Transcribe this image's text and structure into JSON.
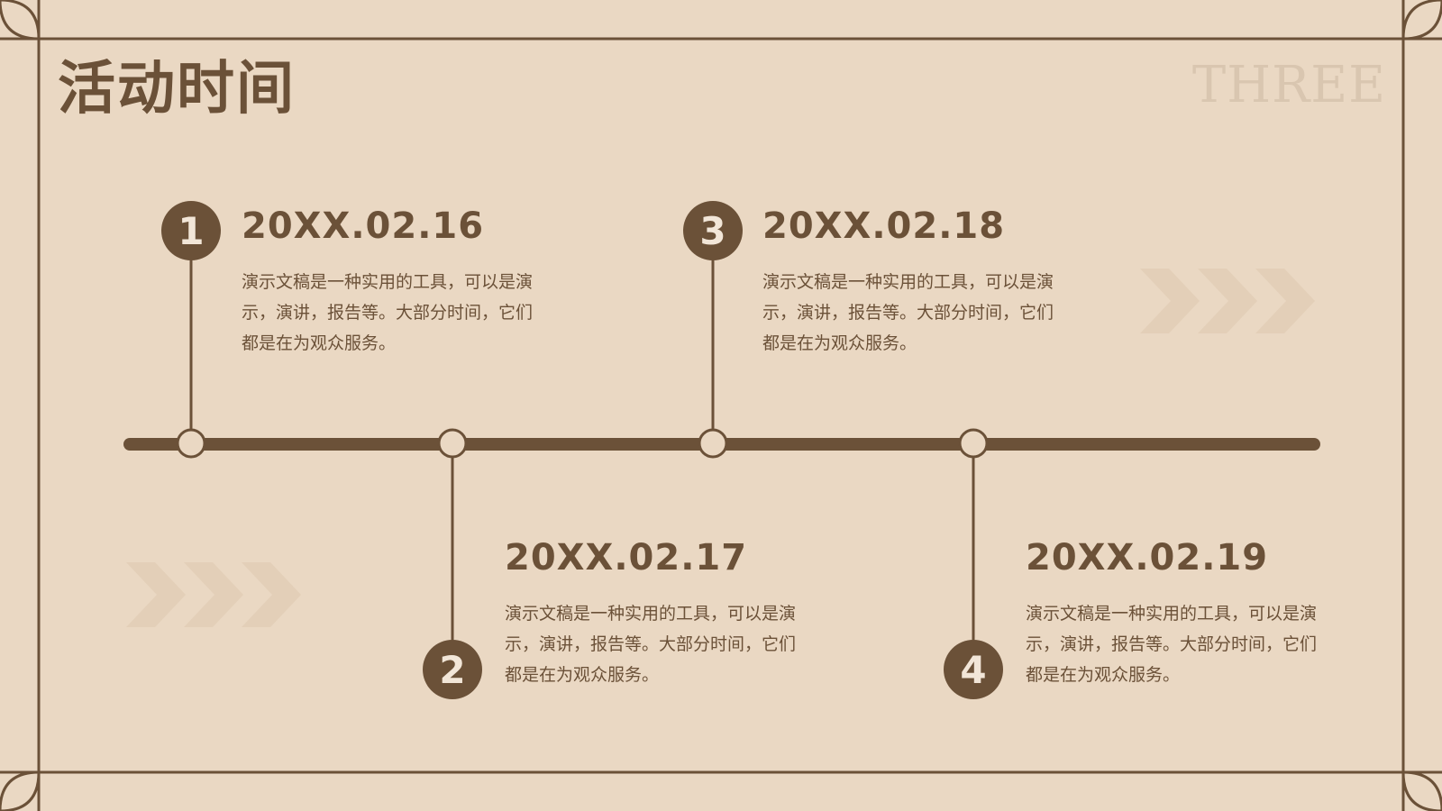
{
  "page": {
    "title": "活动时间",
    "watermark": "THREE"
  },
  "colors": {
    "background": "#ead8c3",
    "primary": "#6b5138",
    "accent_light": "#e3cfb8",
    "badge_text": "#f2e6d8"
  },
  "timeline": {
    "items": [
      {
        "number": "1",
        "date": "20XX.02.16",
        "description": "演示文稿是一种实用的工具，可以是演示，演讲，报告等。大部分时间，它们都是在为观众服务。"
      },
      {
        "number": "2",
        "date": "20XX.02.17",
        "description": "演示文稿是一种实用的工具，可以是演示，演讲，报告等。大部分时间，它们都是在为观众服务。"
      },
      {
        "number": "3",
        "date": "20XX.02.18",
        "description": "演示文稿是一种实用的工具，可以是演示，演讲，报告等。大部分时间，它们都是在为观众服务。"
      },
      {
        "number": "4",
        "date": "20XX.02.19",
        "description": "演示文稿是一种实用的工具，可以是演示，演讲，报告等。大部分时间，它们都是在为观众服务。"
      }
    ]
  },
  "decorations": {
    "chevron_icon": "chevron-right-icon"
  }
}
